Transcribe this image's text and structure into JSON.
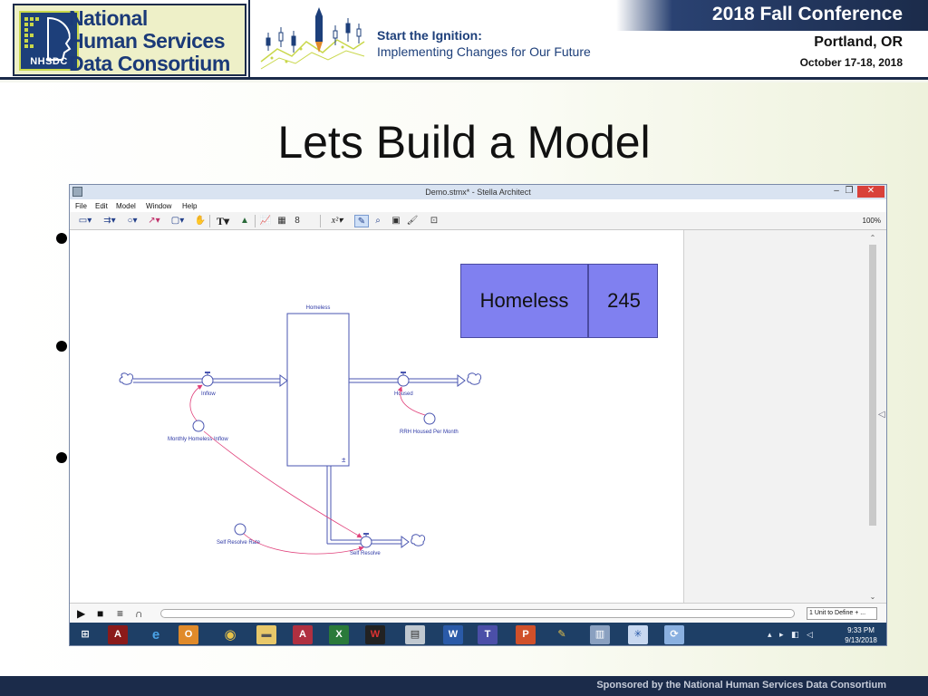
{
  "header": {
    "org_line1": "National",
    "org_line2": "Human Services",
    "org_line3": "Data Consortium",
    "logo_abbrev": "NHSDC",
    "theme_line1": "Start the Ignition:",
    "theme_line2": "Implementing Changes for Our Future",
    "conference": "2018 Fall Conference",
    "location": "Portland, OR",
    "dates": "October 17-18, 2018"
  },
  "slide": {
    "title": "Lets Build a Model",
    "footer": "Sponsored by the National Human Services Data Consortium"
  },
  "window": {
    "title": "Demo.stmx* - Stella Architect",
    "controls": {
      "minimize": "–",
      "maximize": "❐",
      "close": "✕"
    },
    "menu": [
      "File",
      "Edit",
      "Model",
      "Window",
      "Help"
    ],
    "zoom": "100%",
    "toolbar_icons": [
      "stock-tool-icon",
      "flow-tool-icon",
      "converter-tool-icon",
      "connector-tool-icon",
      "module-tool-icon",
      "hand-tool-icon",
      "text-tool-icon",
      "image-tool-icon",
      "graph-icon",
      "table-icon",
      "numeric-display-icon",
      "equation-icon",
      "edit-mode-icon",
      "zoom-icon",
      "properties-icon",
      "brush-icon",
      "present-icon"
    ],
    "toolbar_labels": {
      "text_tool": "T",
      "equation": "x²"
    }
  },
  "model": {
    "stock_name": "Homeless",
    "inflow_name": "Inflow",
    "outflow_housed": "Housed",
    "outflow_self_resolve": "Self Resolve",
    "converter_inflow": "Monthly Homeless Inflow",
    "converter_rrh": "RRH Housed Per Month",
    "converter_rate": "Self Resolve Rate",
    "stock_marker": "±",
    "colors": {
      "stock_border": "#4a56b0",
      "connector": "#e0407a",
      "label": "#2f3aa6"
    }
  },
  "display": {
    "label": "Homeless",
    "value": "245",
    "bg": "#8080f0"
  },
  "runbar": {
    "units": "1 Unit to Define + ..."
  },
  "taskbar": {
    "apps": [
      "windows-start-icon",
      "acrobat-icon",
      "internet-explorer-icon",
      "outlook-icon",
      "chrome-icon",
      "file-explorer-icon",
      "access-icon",
      "excel-icon",
      "wordperfect-icon",
      "scanner-icon",
      "word-icon",
      "teams-icon",
      "powerpoint-icon",
      "paint-icon",
      "notepad-icon",
      "network-icon",
      "stella-icon"
    ],
    "time": "9:33 PM",
    "date": "9/13/2018"
  }
}
